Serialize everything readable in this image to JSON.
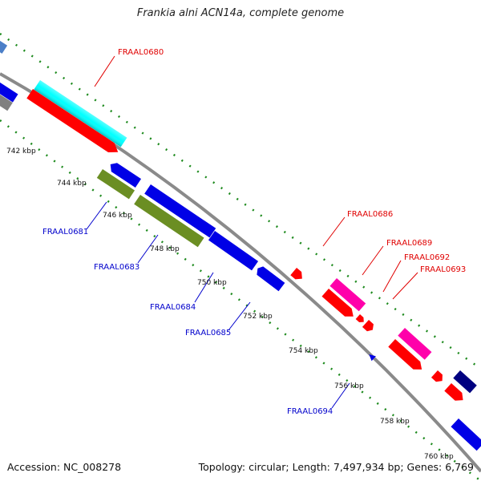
{
  "title": "Frankia alni ACN14a, complete genome",
  "footer": {
    "accession": "Accession: NC_008278",
    "summary": "Topology: circular; Length: 7,497,934 bp; Genes: 6,769"
  },
  "colors": {
    "backbone": "#8a8a8a",
    "ticks": "#1d8a1d",
    "red": "#ff0000",
    "blue": "#0000e6",
    "cyan": "#00ffff",
    "olive": "#6b8e23",
    "magenta": "#ff00aa",
    "navy": "#000080",
    "steel": "#4b7fc8",
    "gray": "#808080",
    "forward_label": "#e00000",
    "reverse_label": "#0000cc"
  },
  "ticks": [
    {
      "label": "742 kbp"
    },
    {
      "label": "744 kbp"
    },
    {
      "label": "746 kbp"
    },
    {
      "label": "748 kbp"
    },
    {
      "label": "750 kbp"
    },
    {
      "label": "752 kbp"
    },
    {
      "label": "754 kbp"
    },
    {
      "label": "756 kbp"
    },
    {
      "label": "758 kbp"
    },
    {
      "label": "760 kbp"
    }
  ],
  "gene_labels": [
    {
      "name": "FRAAL0680",
      "strand": "forward"
    },
    {
      "name": "FRAAL0686",
      "strand": "forward"
    },
    {
      "name": "FRAAL0689",
      "strand": "forward"
    },
    {
      "name": "FRAAL0692",
      "strand": "forward"
    },
    {
      "name": "FRAAL0693",
      "strand": "forward"
    },
    {
      "name": "FRAAL0681",
      "strand": "reverse"
    },
    {
      "name": "FRAAL0683",
      "strand": "reverse"
    },
    {
      "name": "FRAAL0684",
      "strand": "reverse"
    },
    {
      "name": "FRAAL0685",
      "strand": "reverse"
    },
    {
      "name": "FRAAL0694",
      "strand": "reverse"
    }
  ]
}
